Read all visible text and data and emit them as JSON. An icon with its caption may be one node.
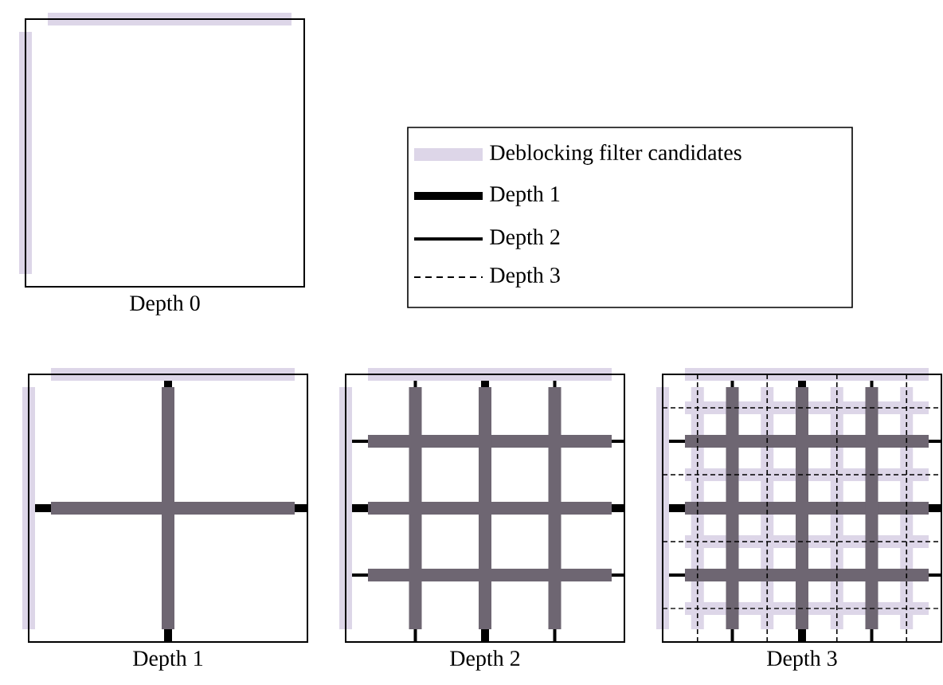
{
  "diagram": {
    "labels": [
      "Depth 0",
      "Depth 1",
      "Depth 2",
      "Depth 3"
    ],
    "legend": [
      {
        "text": "Deblocking filter candidates",
        "color": "#ddd6e8"
      },
      {
        "text": "Depth 1"
      },
      {
        "text": "Depth 2"
      },
      {
        "text": "Depth 3"
      }
    ]
  }
}
